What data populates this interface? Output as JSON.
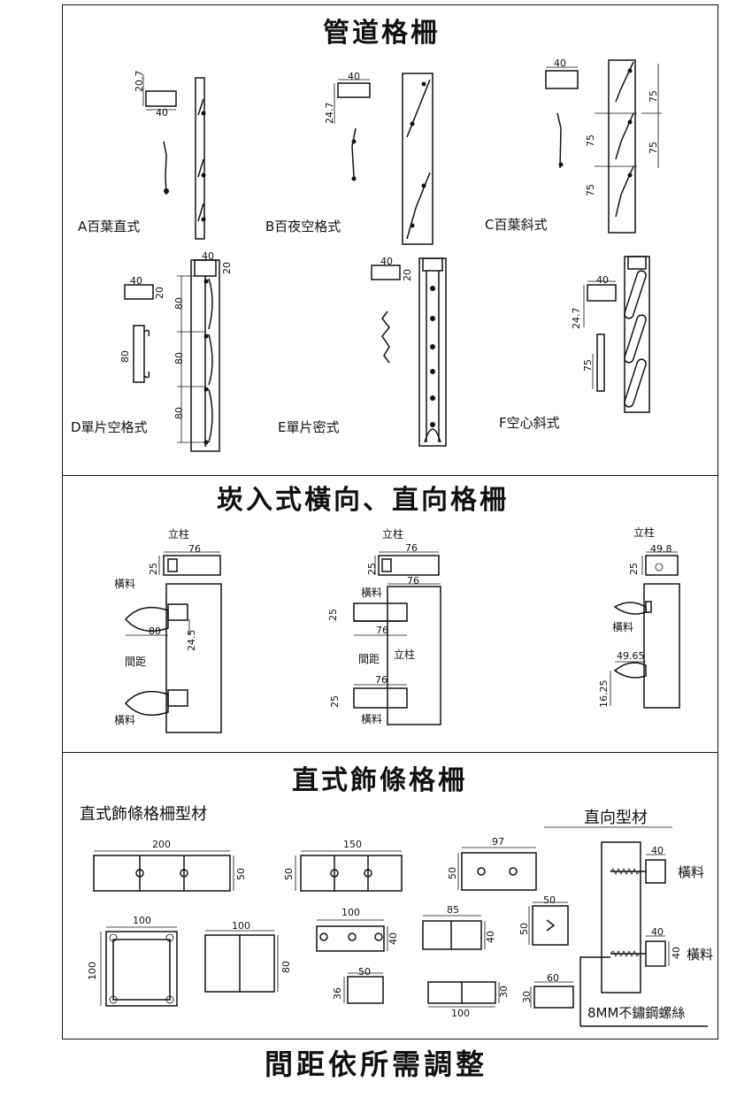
{
  "sections": {
    "s1": {
      "title": "管道格柵"
    },
    "s2": {
      "title": "崁入式橫向、直向格柵"
    },
    "s3": {
      "title": "直式飾條格柵",
      "subtitle": "直式飾條格柵型材"
    }
  },
  "footer": "間距依所需調整",
  "types": {
    "a": "A百葉直式",
    "b": "B百夜空格式",
    "c": "C百葉斜式",
    "d": "D單片空格式",
    "e": "E單片密式",
    "f": "F空心斜式"
  },
  "dims": {
    "a_h": "20.7",
    "a_w": "40",
    "b_w": "40",
    "b_h": "24.7",
    "c_w": "40",
    "c_75a": "75",
    "c_75b": "75",
    "c_75c": "75",
    "c_75d": "75",
    "d_w1": "40",
    "d_h1": "20",
    "d_w2": "40",
    "d_h2": "20",
    "d_80a": "80",
    "d_80b": "80",
    "d_80c": "80",
    "d_80d": "80",
    "e_w": "40",
    "e_h": "20",
    "f_w": "40",
    "f_h": "24.7",
    "f_75": "75"
  },
  "embedded": {
    "left": {
      "post": "立柱",
      "post_w": "76",
      "post_h": "25",
      "rail1": "橫料",
      "w80": "80",
      "h245": "24.5",
      "spacing": "間距",
      "rail2": "橫料"
    },
    "mid": {
      "post": "立柱",
      "post_w": "76",
      "post_h": "25",
      "rail1": "橫料",
      "w76a": "76",
      "h25a": "25",
      "w76b": "76",
      "spacing": "間距",
      "post2": "立柱",
      "w76c": "76",
      "h25b": "25",
      "rail2": "橫料"
    },
    "right": {
      "post": "立柱",
      "post_w": "49.8",
      "post_h": "25",
      "rail": "橫料",
      "w4965": "49.65",
      "h1625": "16.25"
    }
  },
  "profiles": {
    "p200": {
      "w": "200",
      "h": "50"
    },
    "p150": {
      "w": "150",
      "h": "50"
    },
    "p97": {
      "w": "97",
      "h": "50"
    },
    "p100sq": {
      "w": "100",
      "h": "100"
    },
    "p100x80": {
      "w": "100",
      "h": "80"
    },
    "p100x40": {
      "w": "100",
      "h": "40"
    },
    "p85": {
      "w": "85",
      "h": "40"
    },
    "p50sq": {
      "w": "50",
      "h": "50"
    },
    "p50x36": {
      "w": "50",
      "h": "36"
    },
    "p100x30": {
      "w": "100",
      "h": "30"
    },
    "p60x30": {
      "w": "60",
      "h": "30"
    }
  },
  "vertical_profile": {
    "title": "直向型材",
    "w1": "40",
    "rail1": "橫料",
    "w2": "40",
    "h2": "40",
    "rail2": "橫料",
    "screw": "8MM不鏽鋼螺絲"
  }
}
